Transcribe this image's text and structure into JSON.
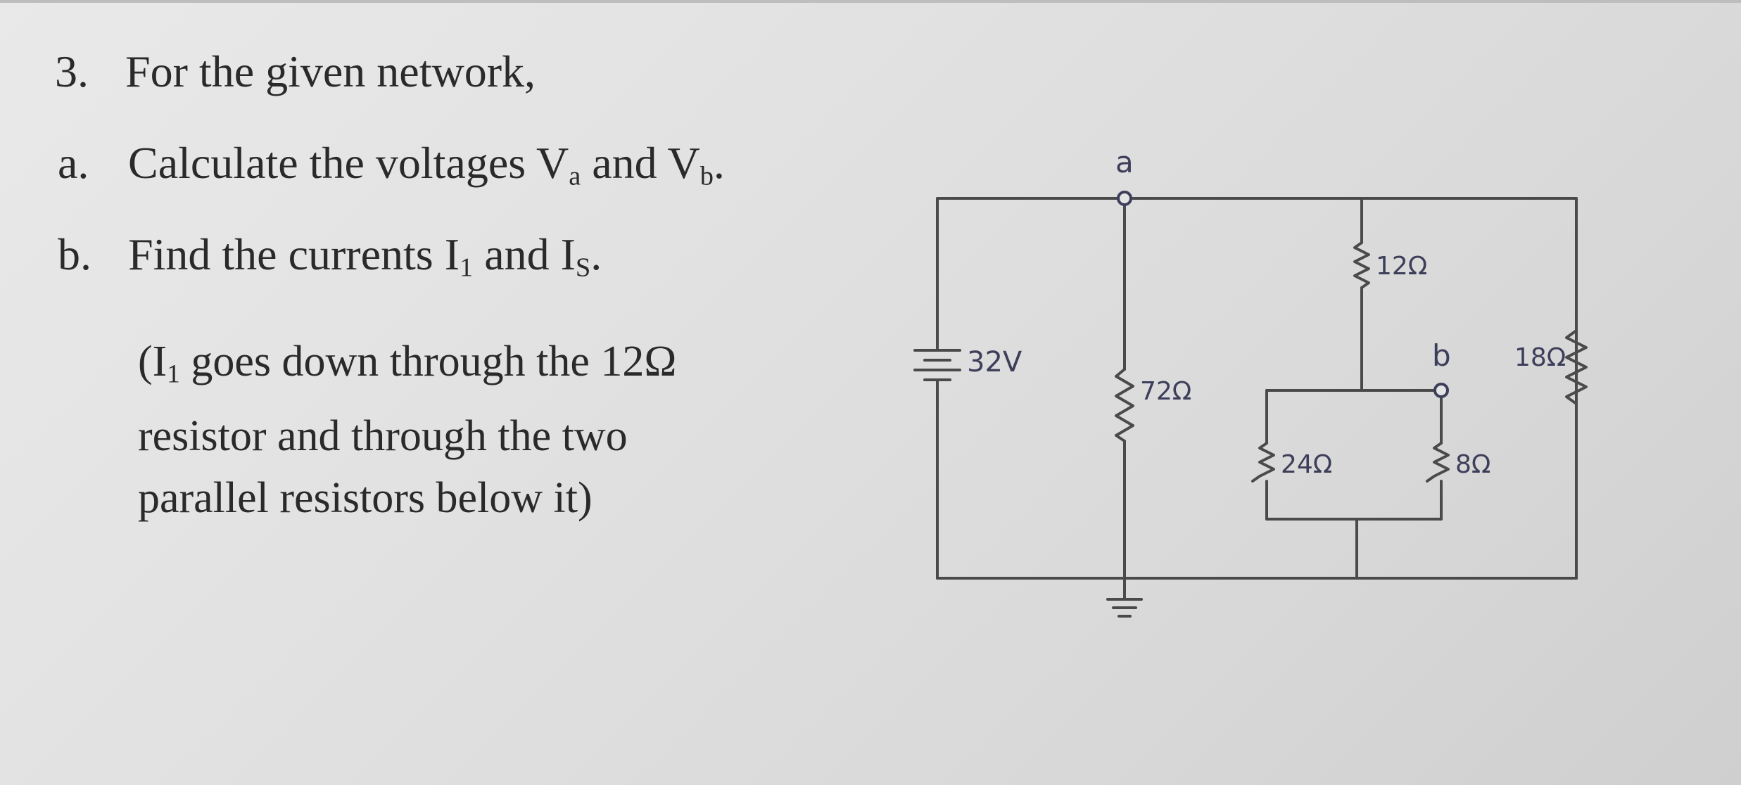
{
  "question": {
    "number": "3.",
    "title": "For the given network,",
    "part_a": {
      "letter": "a.",
      "text_1": "Calculate the voltages V",
      "sub_1": "a",
      "text_2": " and V",
      "sub_2": "b",
      "text_3": "."
    },
    "part_b": {
      "letter": "b.",
      "text_1": "Find the currents I",
      "sub_1": "1",
      "text_2": " and I",
      "sub_2": "S",
      "text_3": "."
    },
    "note": {
      "line1_a": "(I",
      "line1_sub": "1",
      "line1_b": " goes down through the 12Ω",
      "line2": "resistor and through the two",
      "line3": "parallel resistors below it)"
    }
  },
  "circuit": {
    "node_a_label": "a",
    "node_b_label": "b",
    "source_label": "32V",
    "r72_label": "72Ω",
    "r12_label": "12Ω",
    "r18_label": "18Ω",
    "r24_label": "24Ω",
    "r8_label": "8Ω",
    "wire_color": "#4a4a4a",
    "ink_color": "#3d3f5a"
  }
}
